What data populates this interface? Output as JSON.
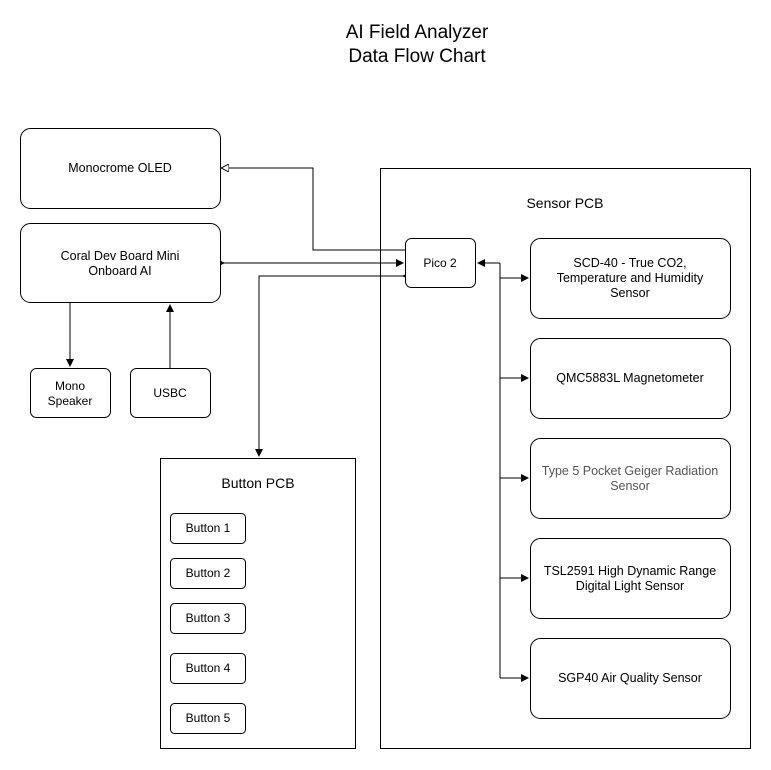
{
  "title": {
    "line1": "AI Field Analyzer",
    "line2": "Data Flow Chart"
  },
  "nodes": {
    "oled": "Monocrome OLED",
    "coral_line1": "Coral Dev Board Mini",
    "coral_line2": "Onboard AI",
    "speaker_line1": "Mono",
    "speaker_line2": "Speaker",
    "usbc": "USBC",
    "pico": "Pico 2"
  },
  "sensor_pcb": {
    "label": "Sensor PCB",
    "sensors": [
      {
        "lines": [
          "SCD-40 - True CO2,",
          "Temperature and Humidity",
          "Sensor"
        ]
      },
      {
        "lines": [
          "QMC5883L Magnetometer"
        ]
      },
      {
        "lines": [
          "Type 5 Pocket Geiger Radiation",
          "Sensor"
        ]
      },
      {
        "lines": [
          "TSL2591 High Dynamic Range",
          "Digital Light Sensor"
        ]
      },
      {
        "lines": [
          "SGP40 Air Quality Sensor"
        ]
      }
    ]
  },
  "button_pcb": {
    "label": "Button PCB",
    "buttons": [
      "Button 1",
      "Button 2",
      "Button 3",
      "Button 4",
      "Button 5"
    ]
  }
}
